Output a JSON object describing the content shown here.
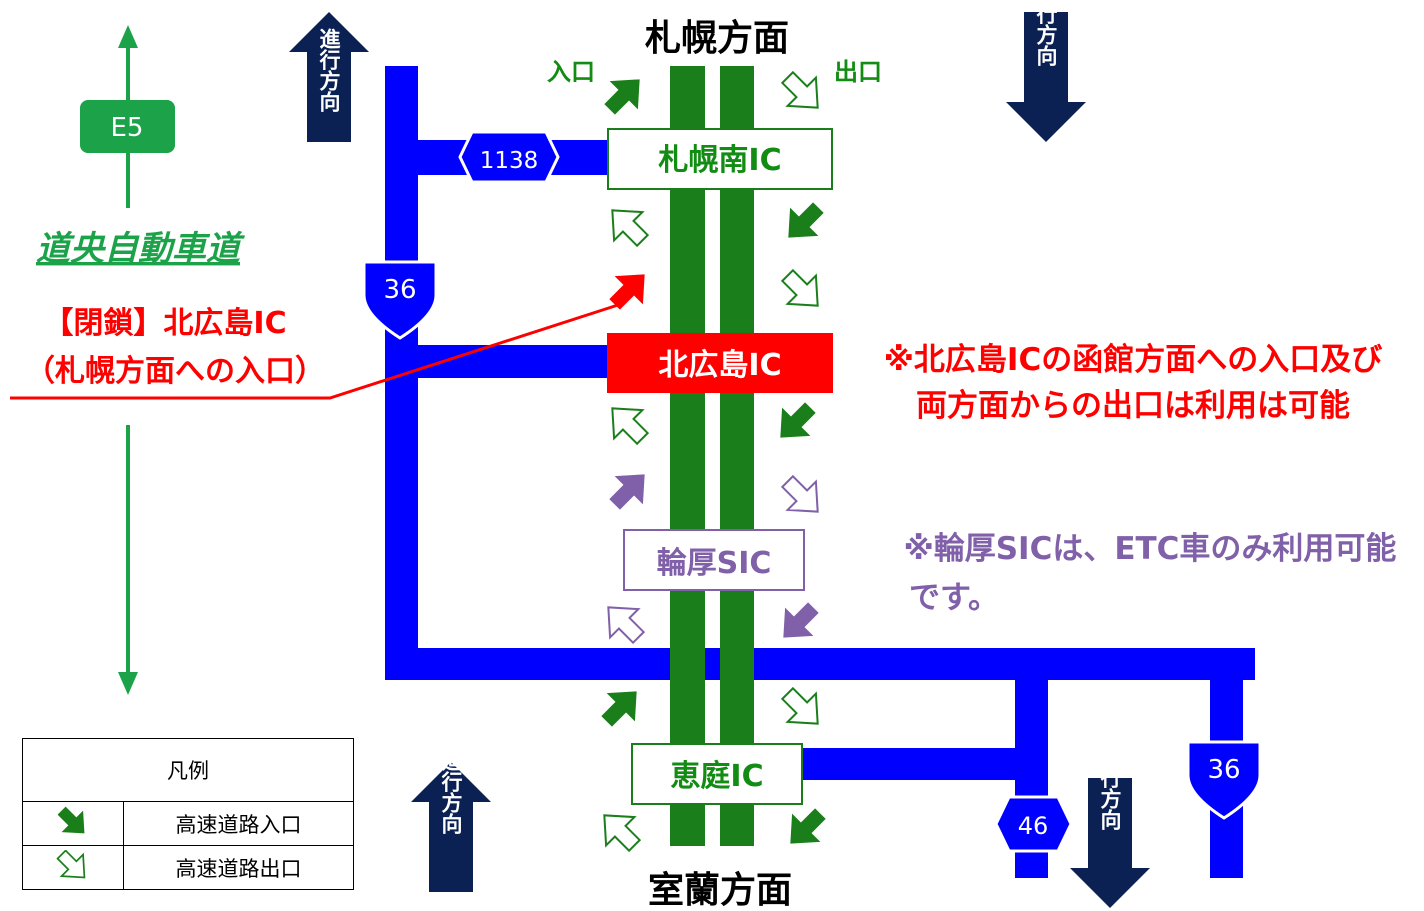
{
  "directions": {
    "north": "札幌方面",
    "south": "室蘭方面"
  },
  "travel_direction_label": "進行方向",
  "ramp_labels": {
    "entrance": "入口",
    "exit": "出口"
  },
  "expressway": {
    "name": "道央自動車道",
    "route_number": "E5"
  },
  "interchanges": [
    {
      "name": "札幌南IC",
      "status": "normal"
    },
    {
      "name": "北広島IC",
      "status": "partially closed"
    },
    {
      "name": "輪厚SIC",
      "status": "ETC only"
    },
    {
      "name": "恵庭IC",
      "status": "normal"
    }
  ],
  "national_routes": {
    "r1138": "1138",
    "r36": "36",
    "r46": "46"
  },
  "closure_callout": {
    "line1": "【閉鎖】北広島IC",
    "line2": "（札幌方面への入口）"
  },
  "notes": {
    "kitahiroshima_line1": "※北広島ICの函館方面への入口及び",
    "kitahiroshima_line2": "両方面からの出口は利用は可能",
    "wattsu_line1": "※輪厚SICは、ETC車のみ利用可能",
    "wattsu_line2": "です。"
  },
  "legend": {
    "title": "凡例",
    "entrance": "高速道路入口",
    "exit": "高速道路出口"
  },
  "colors": {
    "expressway_green": "#1a7f1a",
    "road_blue": "#0000ff",
    "navy": "#0b2154",
    "closed_red": "#ff0000",
    "smart_ic_purple": "#8060a8",
    "label_green": "#138c13",
    "route_shield_green": "#1ca34a"
  }
}
